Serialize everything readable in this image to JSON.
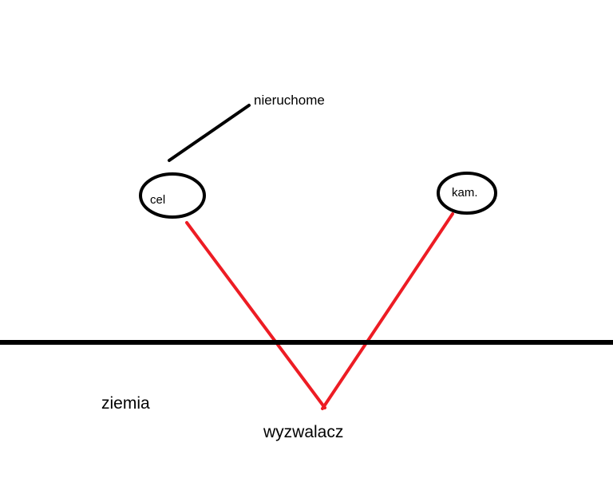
{
  "diagram": {
    "labels": {
      "nieruchome": "nieruchome",
      "cel": "cel",
      "kam": "kam.",
      "ziemia": "ziemia",
      "wyzwalacz": "wyzwalacz"
    },
    "colors": {
      "ink": "#000000",
      "red": "#ed1c24",
      "background": "#ffffff"
    },
    "structure": {
      "nodes": [
        "cel",
        "kam."
      ],
      "annotation_target": "cel",
      "annotation_text": "nieruchome",
      "ground_label": "ziemia",
      "apex_label": "wyzwalacz",
      "edges": [
        {
          "from": "cel",
          "to": "wyzwalacz",
          "color": "red"
        },
        {
          "from": "kam.",
          "to": "wyzwalacz",
          "color": "red"
        }
      ]
    }
  }
}
